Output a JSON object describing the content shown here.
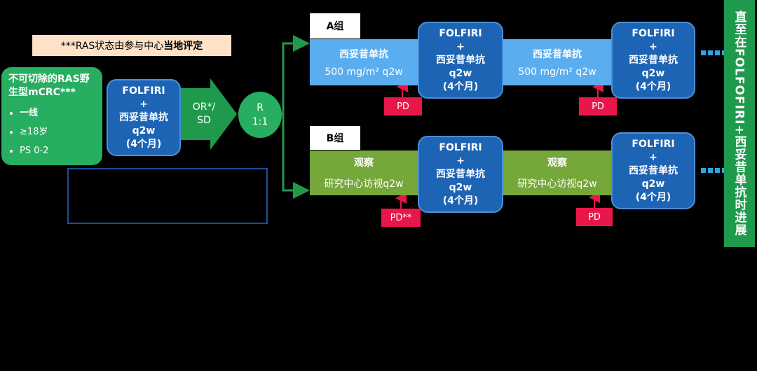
{
  "note": {
    "prefix": "***RAS状态由参与中心",
    "bold": "当地评定"
  },
  "population": {
    "title": "不可切除的RAS野生型mCRC***",
    "bullets": [
      "一线",
      "≥18岁",
      "PS 0-2"
    ]
  },
  "induction": {
    "line1": "FOLFIRI",
    "line2": "+",
    "line3": "西妥昔单抗",
    "line4": "q2w",
    "line5": "(4个月)"
  },
  "response": {
    "label": "OR*/\nSD"
  },
  "randomize": {
    "line1": "R",
    "line2": "1:1"
  },
  "arm_a": {
    "label": "A组",
    "maint_title": "西妥昔单抗",
    "maint_dose": "500 mg/m² q2w",
    "pd": "PD"
  },
  "arm_b": {
    "label": "B组",
    "obs_title": "观察",
    "obs_detail": "研究中心访视q2w",
    "pd_first": "PD**",
    "pd": "PD"
  },
  "folfiri_block": {
    "line1": "FOLFIRI",
    "line2": "+",
    "line3": "西妥昔单抗",
    "line4": "q2w",
    "line5": "(4个月)"
  },
  "end_label": "直至在FOLFOFIRI+西妥昔单抗时进展",
  "colors": {
    "accent_green": "#27ae60",
    "blue": "#1e64b4",
    "light_blue": "#5aaef0",
    "olive": "#76a73a",
    "pd_red": "#e8174a"
  }
}
